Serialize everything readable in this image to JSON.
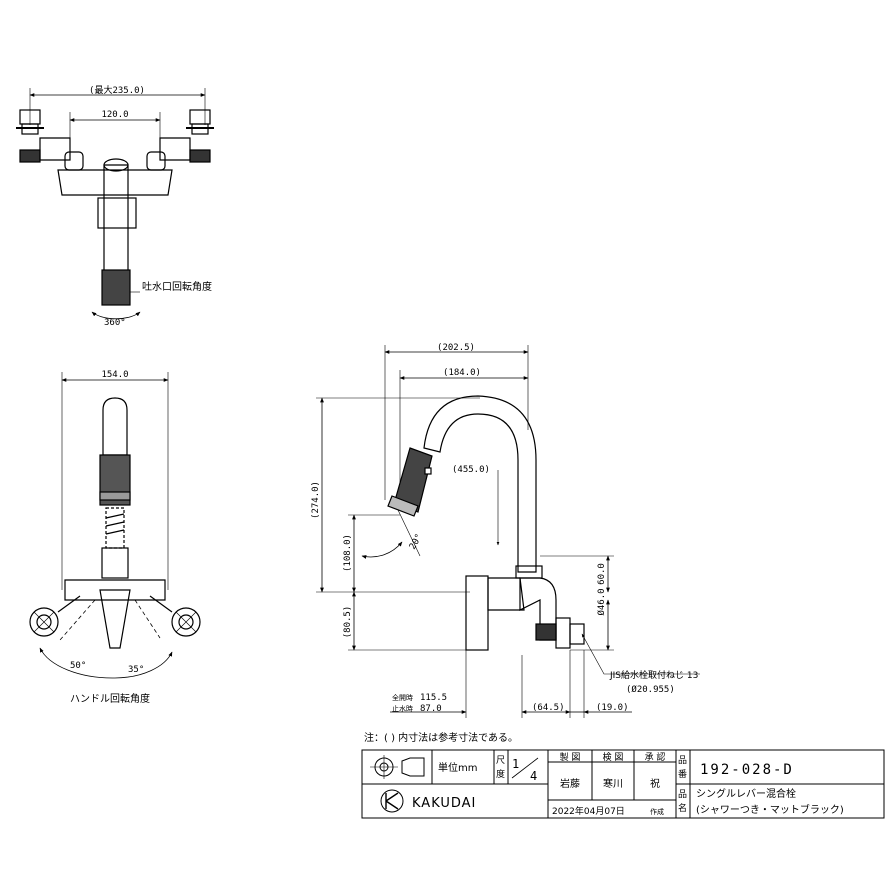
{
  "top_view": {
    "dim_overall": "(最大235.0)",
    "dim_center": "120.0",
    "rotation_label": "吐水口回転角度",
    "rotation_angle": "360°"
  },
  "front_view": {
    "dim_width": "154.0",
    "angle_left": "50°",
    "angle_right": "35°",
    "handle_label": "ハンドル回転角度"
  },
  "side_view": {
    "dim_202": "(202.5)",
    "dim_184": "(184.0)",
    "dim_455": "(455.0)",
    "dim_274": "(274.0)",
    "dim_108": "(108.0)",
    "dim_805": "(80.5)",
    "angle_20": "20°",
    "dim_60": "60.0",
    "dim_46": "Ø46.0",
    "jis_label": "JIS給水栓取付ねじ 13",
    "jis_dia": "(Ø20.955)",
    "full_open_label": "全開時",
    "full_open_value": "115.5",
    "stop_label": "止水時",
    "stop_value": "87.0",
    "dim_645": "(64.5)",
    "dim_19": "(19.0)"
  },
  "note": "注：( ) 内寸法は参考寸法である。",
  "title_block": {
    "unit_label": "単位mm",
    "scale_label_1": "尺",
    "scale_label_2": "度",
    "scale_num": "1",
    "scale_den": "4",
    "made_label": "製 図",
    "check_label": "検 図",
    "approve_label": "承 認",
    "made_by": "岩藤",
    "checked_by": "寒川",
    "approved_by": "祝",
    "part_no_label_1": "品",
    "part_no_label_2": "番",
    "part_no": "192-028-D",
    "name_label_1": "品",
    "name_label_2": "名",
    "name_line1": "シングルレバー混合栓",
    "name_line2": "(シャワーつき・マットブラック)",
    "date": "2022年04月07日",
    "date_suffix": "作成",
    "brand": "KAKUDAI"
  }
}
